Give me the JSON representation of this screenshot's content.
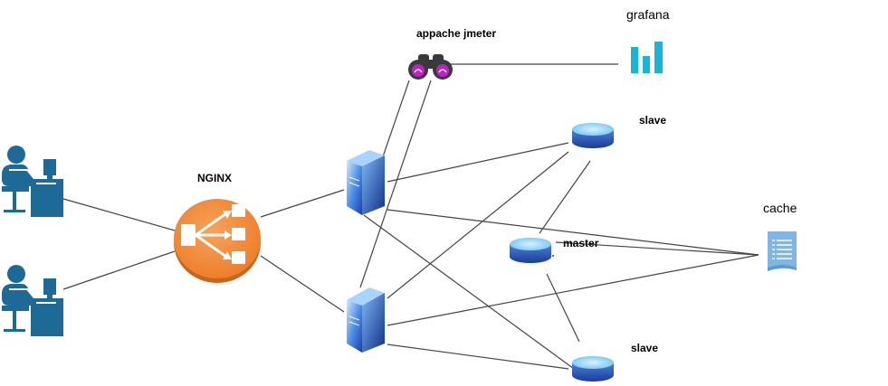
{
  "labels": {
    "jmeter": "appache jmeter",
    "grafana": "grafana",
    "nginx": "NGINX",
    "slave_top": "slave",
    "master": "master",
    "slave_bottom": "slave",
    "cache": "cache"
  },
  "colors": {
    "user": "#1e6a96",
    "nginx": "#f08a3c",
    "nginx_dark": "#c8661e",
    "server_light": "#b8ddff",
    "server_dark": "#1a4ab8",
    "db_top": "#9ad8ff",
    "db_side": "#2a5fc0",
    "grafana": "#17b6d4",
    "cache": "#7fb6e6",
    "jmeter_body": "#3a3a3a",
    "jmeter_lens": "#c020c8",
    "line": "#444444"
  },
  "icons": [
    "user-icon",
    "user-icon",
    "nginx-load-balancer-icon",
    "server-icon",
    "server-icon",
    "binoculars-icon",
    "bar-chart-icon",
    "database-icon",
    "database-icon",
    "database-icon",
    "document-icon"
  ]
}
